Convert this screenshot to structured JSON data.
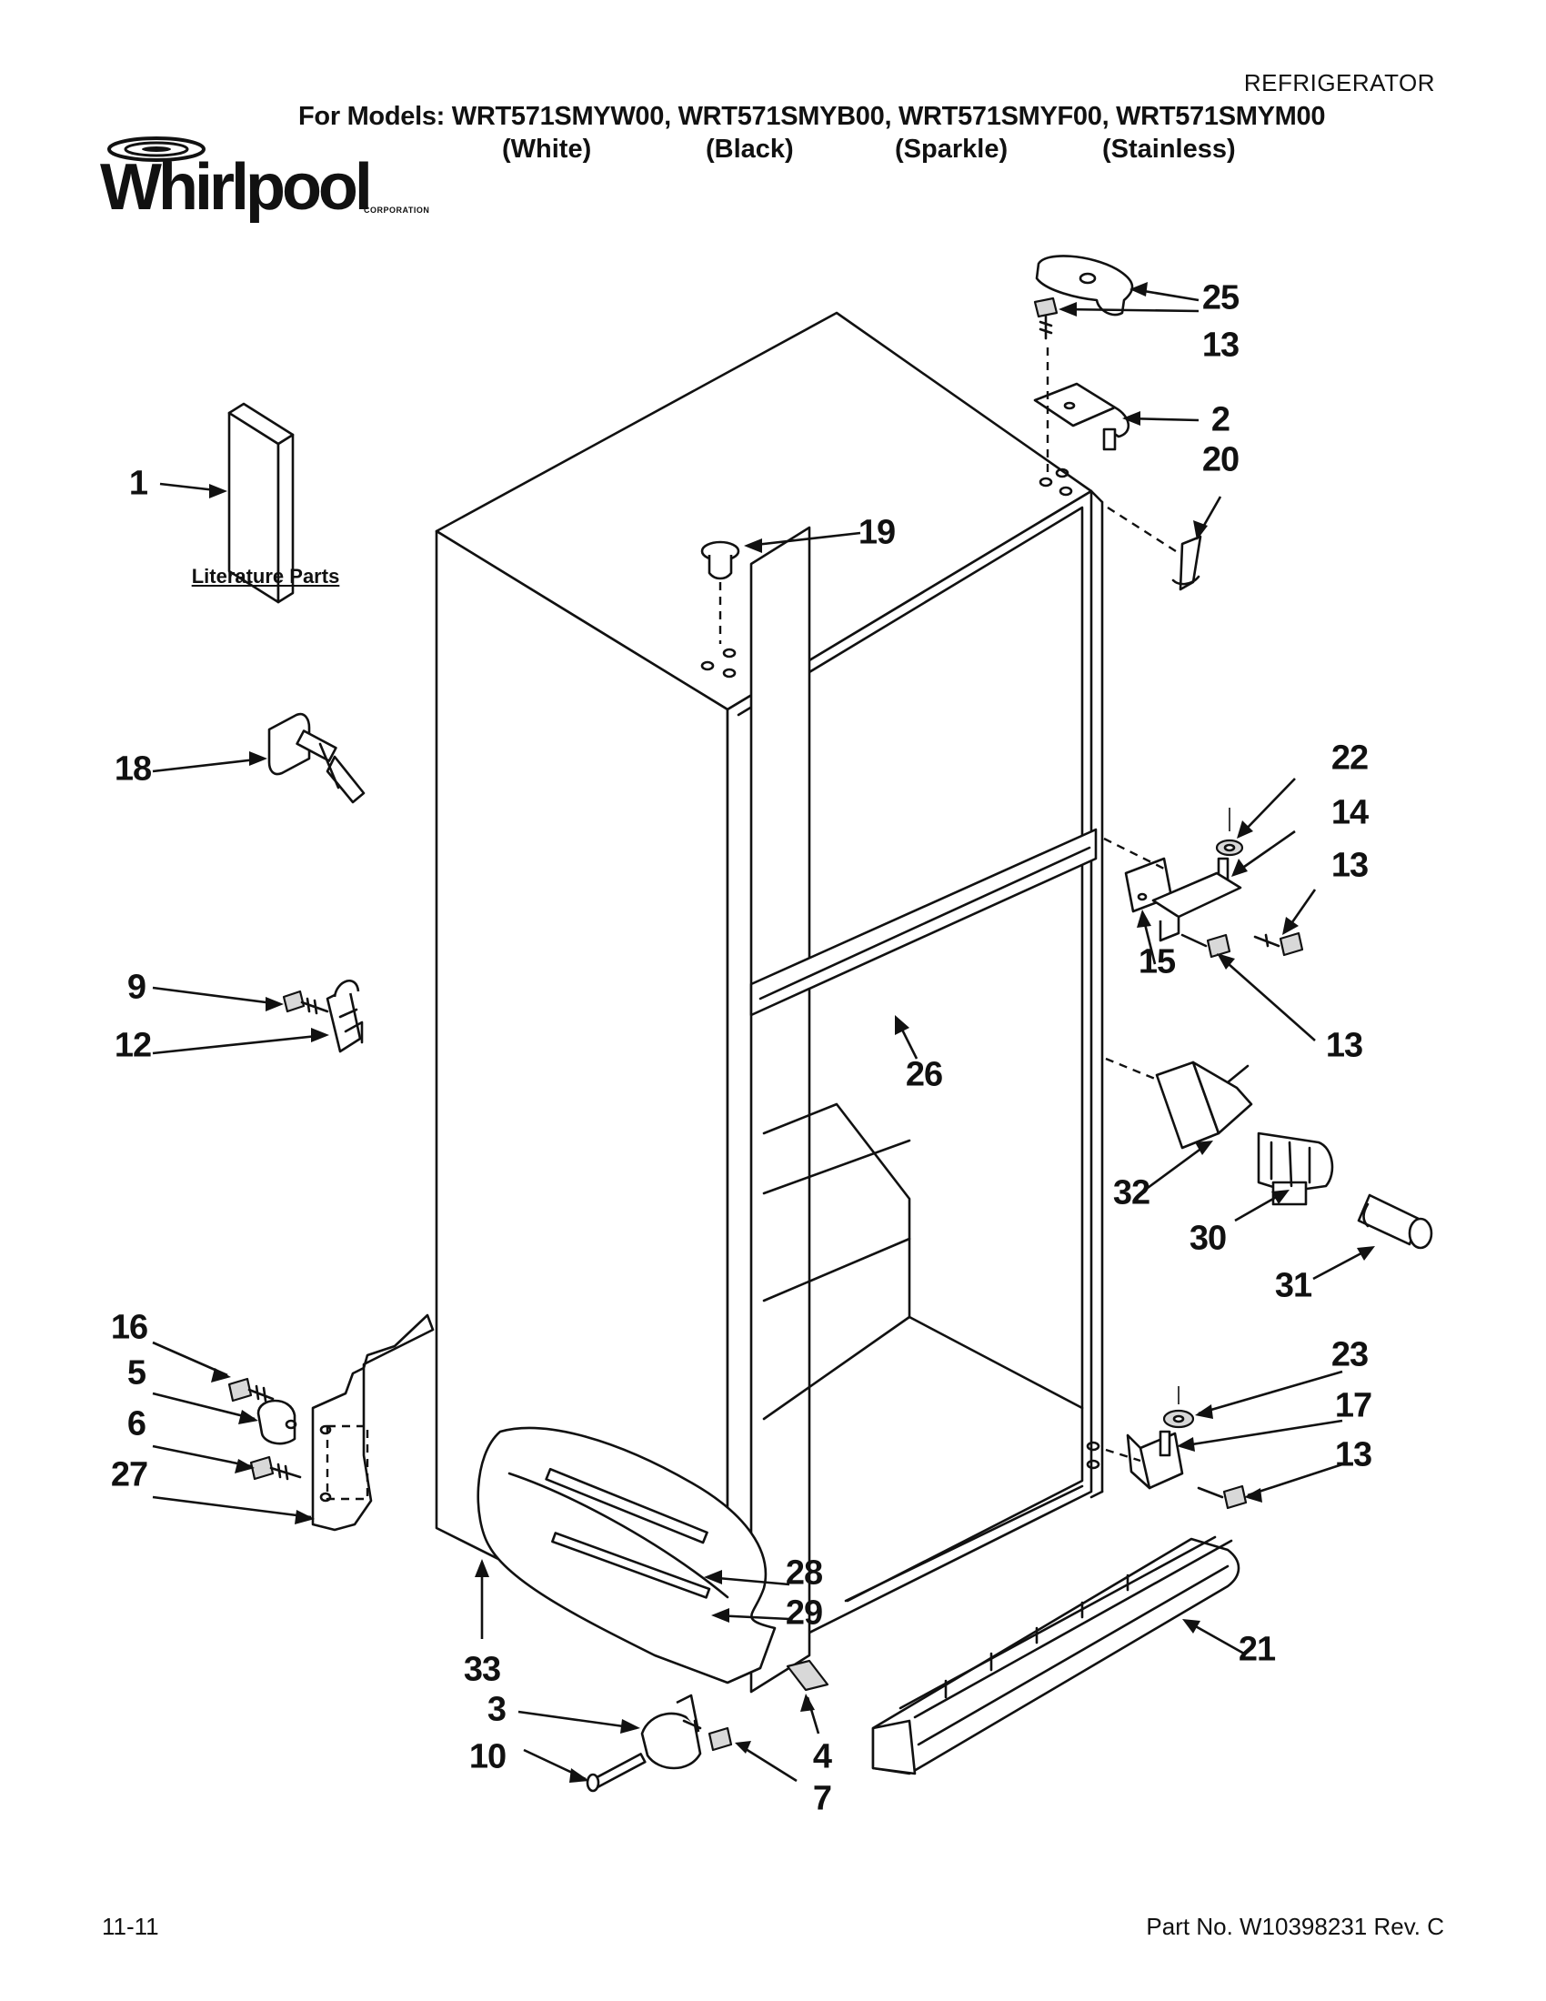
{
  "header": {
    "category": "REFRIGERATOR",
    "models_line": "For Models: WRT571SMYW00, WRT571SMYB00, WRT571SMYF00, WRT571SMYM00",
    "colors": [
      "(White)",
      "(Black)",
      "(Sparkle)",
      "(Stainless)"
    ]
  },
  "logo": {
    "name": "Whirlpool",
    "sub": "CORPORATION"
  },
  "diagram": {
    "literature_label": "Literature Parts",
    "callouts": [
      "25",
      "13",
      "2",
      "20",
      "1",
      "19",
      "18",
      "22",
      "14",
      "13",
      "15",
      "13",
      "9",
      "12",
      "26",
      "32",
      "30",
      "31",
      "16",
      "5",
      "6",
      "27",
      "23",
      "17",
      "13",
      "28",
      "29",
      "21",
      "33",
      "3",
      "4",
      "10",
      "7"
    ]
  },
  "footer": {
    "date": "11-11",
    "part_number": "Part No. W10398231 Rev. C"
  }
}
